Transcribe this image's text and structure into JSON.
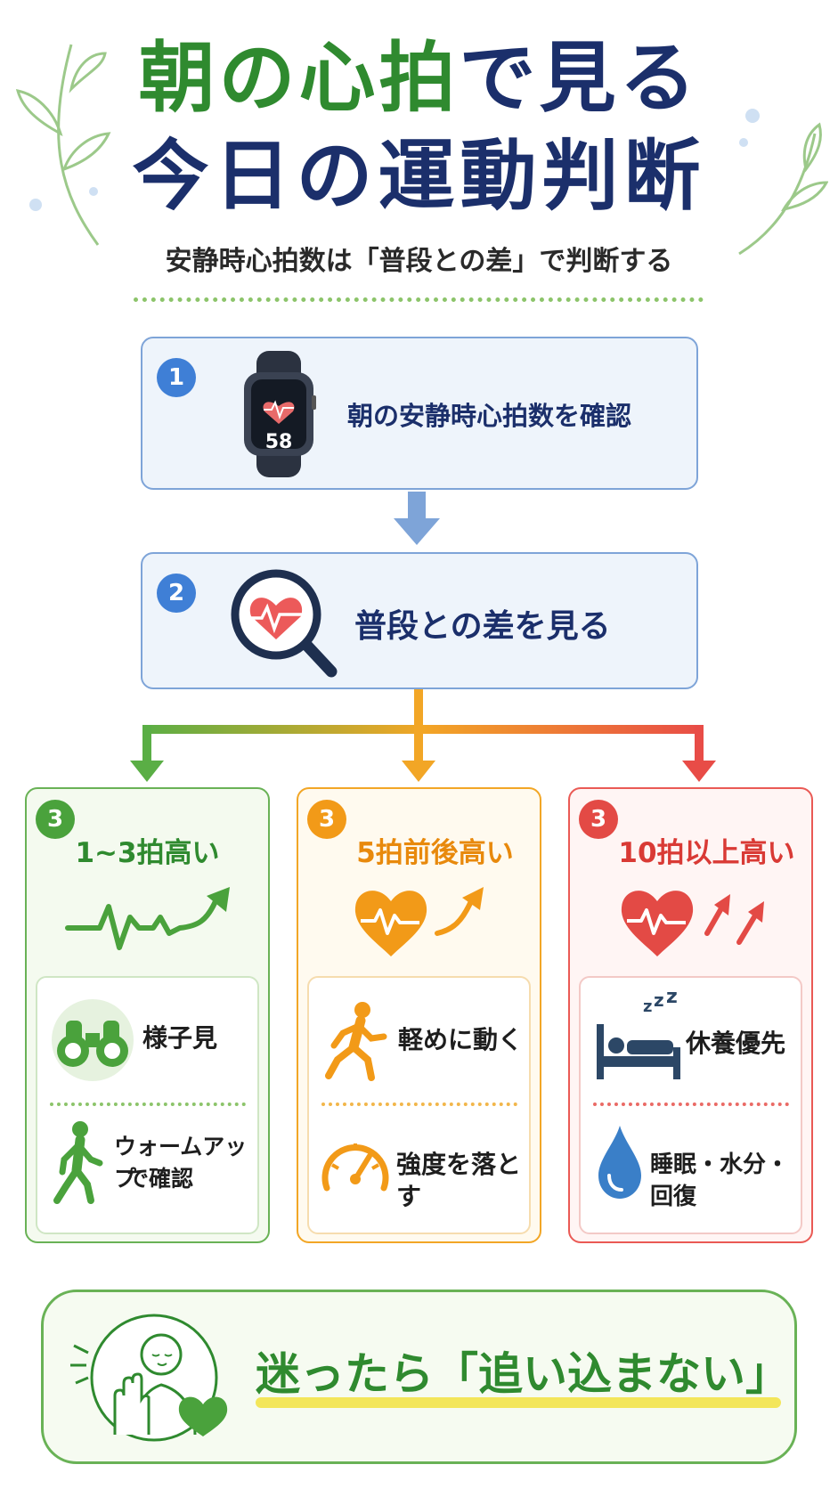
{
  "title": {
    "line1_green": "朝の心拍",
    "line1_navy": "で見る",
    "line2": "今日の運動判断"
  },
  "subtitle": "安静時心拍数は「普段との差」で判断する",
  "steps": [
    {
      "number": "1",
      "label": "朝の安静時心拍数を確認",
      "watch_value": "58"
    },
    {
      "number": "2",
      "label": "普段との差を見る"
    }
  ],
  "columns": [
    {
      "number": "3",
      "title": "1~3拍高い",
      "color": "#4aa23c",
      "items": [
        {
          "label": "様子見"
        },
        {
          "label_line1": "ウォームアップ",
          "label_line2": "で確認"
        }
      ]
    },
    {
      "number": "3",
      "title": "5拍前後高い",
      "color": "#f29a18",
      "items": [
        {
          "label": "軽めに動く"
        },
        {
          "label": "強度を落とす"
        }
      ]
    },
    {
      "number": "3",
      "title": "10拍以上高い",
      "color": "#e34a45",
      "items": [
        {
          "label": "休養優先"
        },
        {
          "label": "睡眠・水分・回復"
        }
      ]
    }
  ],
  "bottom": {
    "message": "迷ったら「追い込まない」"
  },
  "icons": [
    "leaf-icon",
    "smartwatch-icon",
    "magnifier-heart-icon",
    "heartbeat-trend-icon",
    "binoculars-icon",
    "walking-icon",
    "running-icon",
    "speedometer-icon",
    "sleep-bed-icon",
    "water-drop-icon",
    "calm-person-icon",
    "heart-icon"
  ]
}
